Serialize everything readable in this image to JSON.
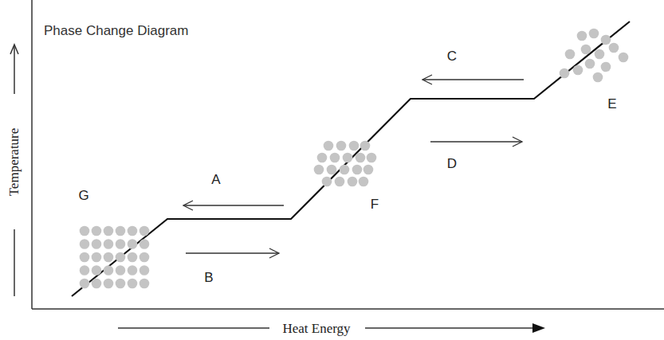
{
  "diagram": {
    "title": "Phase Change Diagram",
    "labels": [
      "Temperature",
      "Heat Energy",
      "A",
      "B",
      "C",
      "D",
      "E",
      "F",
      "G"
    ]
  }
}
